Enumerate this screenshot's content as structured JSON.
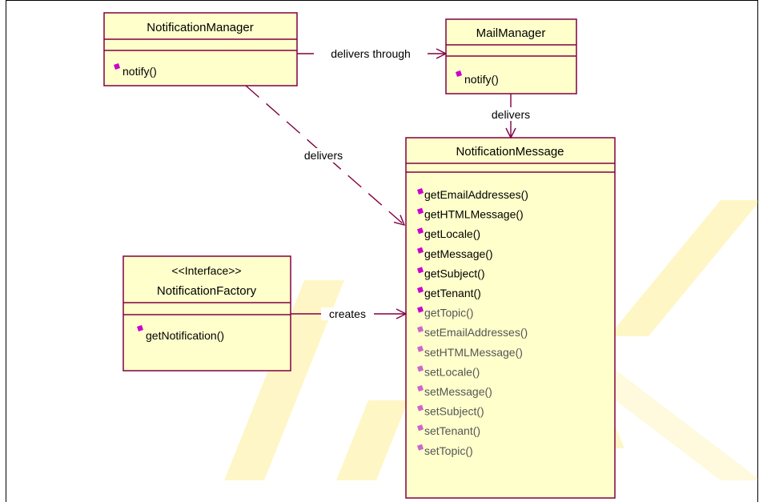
{
  "colors": {
    "class_fill": "#ffffcc",
    "class_stroke": "#800040",
    "op_icon": "#cc00cc",
    "watermark": "#ffd700"
  },
  "classes": {
    "notification_manager": {
      "name": "NotificationManager",
      "operations": [
        "notify()"
      ]
    },
    "mail_manager": {
      "name": "MailManager",
      "operations": [
        "notify()"
      ]
    },
    "notification_factory": {
      "stereotype": "<<Interface>>",
      "name": "NotificationFactory",
      "operations": [
        "getNotification()"
      ]
    },
    "notification_message": {
      "name": "NotificationMessage",
      "operations": [
        "getEmailAddresses()",
        "getHTMLMessage()",
        "getLocale()",
        "getMessage()",
        "getSubject()",
        "getTenant()",
        "getTopic()",
        "setEmailAddresses()",
        "setHTMLMessage()",
        "setLocale()",
        "setMessage()",
        "setSubject()",
        "setTenant()",
        "setTopic()"
      ]
    }
  },
  "relations": {
    "delivers_through": "delivers through",
    "delivers_mail": "delivers",
    "delivers_manager": "delivers",
    "creates": "creates"
  }
}
